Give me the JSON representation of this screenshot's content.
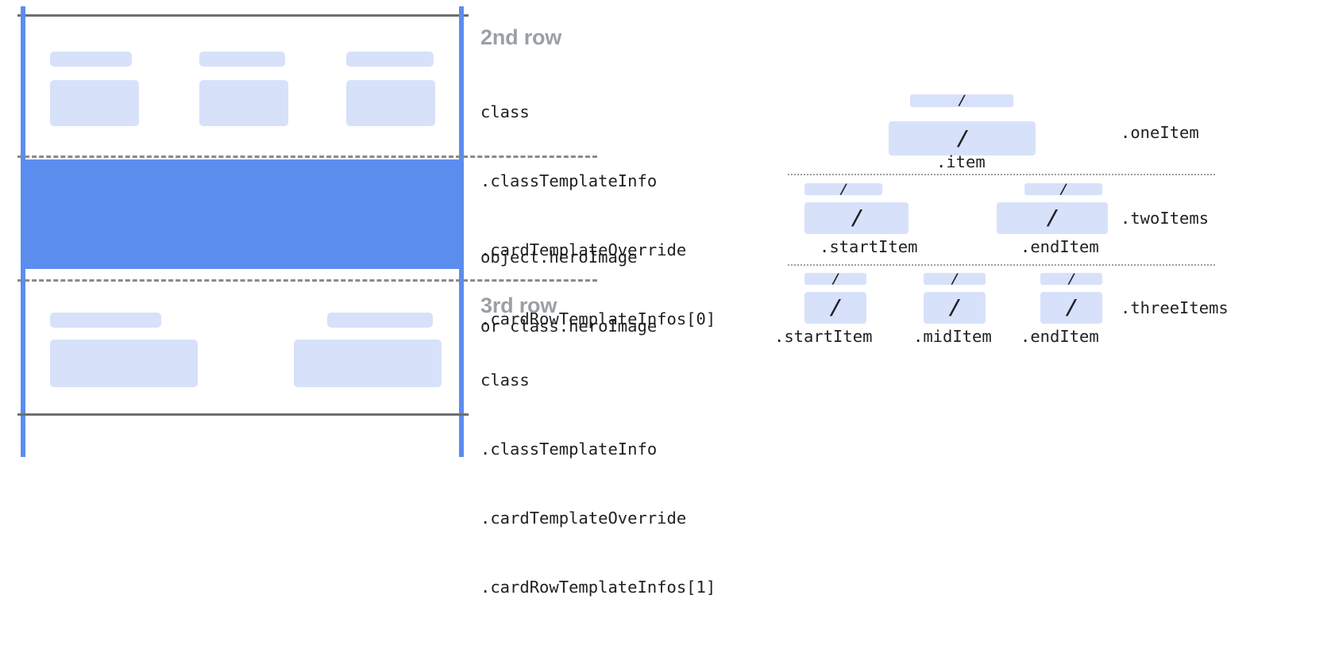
{
  "diagram": {
    "title_color": "#9aa0a6",
    "accent_color": "#5b8def",
    "skeleton_color": "#d7e1fa",
    "rule_color": "#6f6f6f",
    "dash_color": "#8a8a8a"
  },
  "card": {
    "rows": [
      {
        "name": "second-row",
        "heading": "2nd row",
        "code_lines": [
          "class",
          ".classTemplateInfo",
          ".cardTemplateOverride",
          ".cardRowTemplateInfos[0]"
        ],
        "placeholder_columns": 3
      },
      {
        "name": "hero-row",
        "heading": "",
        "code_lines": [
          "object.heroImage",
          "or class.heroImage"
        ],
        "placeholder_columns": 0
      },
      {
        "name": "third-row",
        "heading": "3rd row",
        "code_lines": [
          "class",
          ".classTemplateInfo",
          ".cardTemplateOverride",
          ".cardRowTemplateInfos[1]"
        ],
        "placeholder_columns": 2
      }
    ]
  },
  "item_layouts": [
    {
      "row_label": ".oneItem",
      "items": [
        {
          "caption": ".item",
          "glyph": "/"
        }
      ]
    },
    {
      "row_label": ".twoItems",
      "items": [
        {
          "caption": ".startItem",
          "glyph": "/"
        },
        {
          "caption": ".endItem",
          "glyph": "/"
        }
      ]
    },
    {
      "row_label": ".threeItems",
      "items": [
        {
          "caption": ".startItem",
          "glyph": "/"
        },
        {
          "caption": ".midItem",
          "glyph": "/"
        },
        {
          "caption": ".endItem",
          "glyph": "/"
        }
      ]
    }
  ]
}
